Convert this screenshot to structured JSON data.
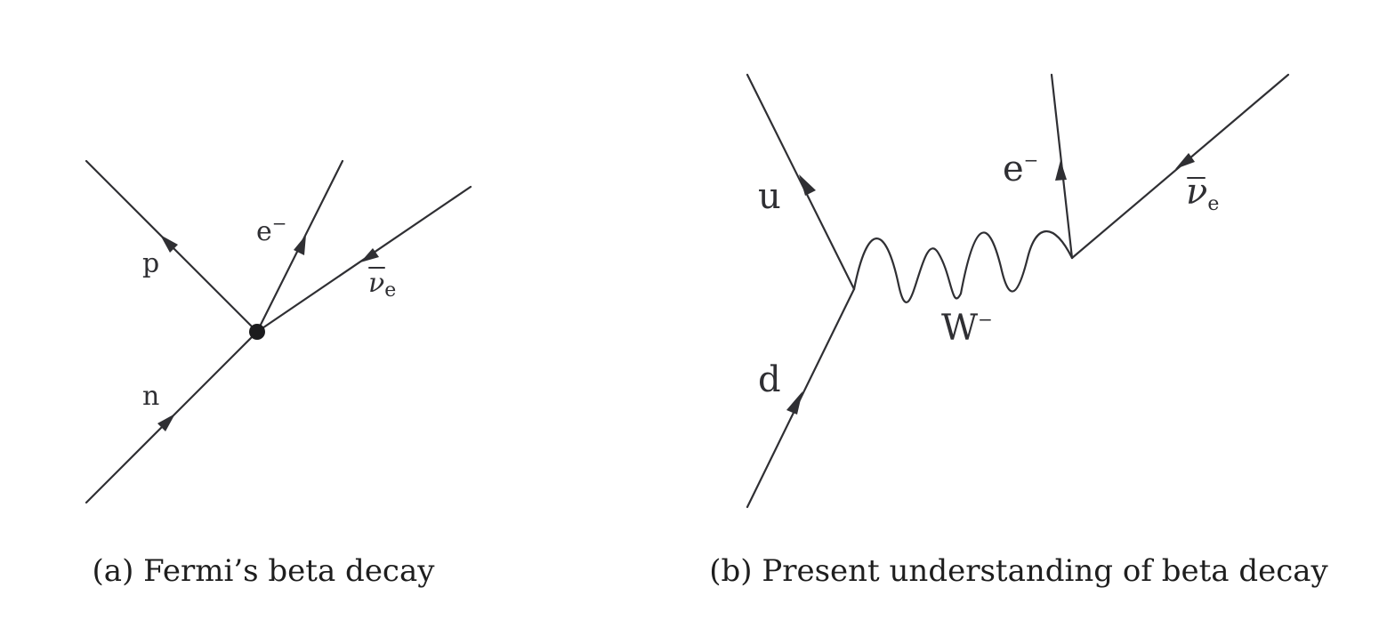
{
  "diagram_a": {
    "labels": {
      "proton": "p",
      "electron": "e",
      "electron_charge": "−",
      "antineutrino": "ν",
      "antineutrino_sub": "e",
      "neutron": "n"
    },
    "caption": "(a) Fermi’s beta decay"
  },
  "diagram_b": {
    "labels": {
      "up_quark": "u",
      "down_quark": "d",
      "electron": "e",
      "electron_charge": "−",
      "antineutrino": "ν",
      "antineutrino_sub": "e",
      "w_boson": "W",
      "w_charge": "−"
    },
    "caption": "(b) Present understanding of beta decay"
  },
  "colors": {
    "line": "#2f2f33",
    "vertex": "#1b1b1d",
    "background": "#ffffff"
  }
}
